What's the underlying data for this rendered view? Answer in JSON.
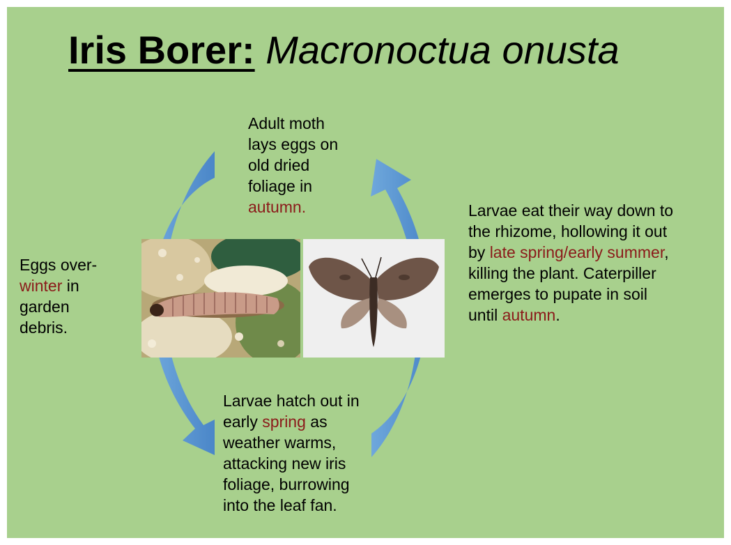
{
  "title": {
    "main": "Iris Borer:",
    "scientific": "Macronoctua onusta"
  },
  "stages": {
    "adult": {
      "l1": "Adult moth",
      "l2": "lays eggs on",
      "l3": "old dried",
      "l4": "foliage in",
      "l5": "autumn."
    },
    "eggs": {
      "l1": "Eggs over-",
      "l2_hl": "winter",
      "l2_rest": " in",
      "l3": "garden",
      "l4": "debris."
    },
    "hatch": {
      "l1": "Larvae hatch out in",
      "l2_pre": "early ",
      "l2_hl": "spring",
      "l2_post": " as",
      "l3": "weather warms,",
      "l4": "attacking new iris",
      "l5": "foliage, burrowing",
      "l6": "into the leaf fan."
    },
    "larvae": {
      "l1": "Larvae eat their way down to",
      "l2": "the rhizome, hollowing it out",
      "l3_pre": "by ",
      "l3_hl": "late spring/early summer",
      "l3_post": ",",
      "l4": "killing the plant.  Caterpiller",
      "l5": "emerges to pupate in soil",
      "l6_pre": "until ",
      "l6_hl": "autumn",
      "l6_post": "."
    }
  },
  "colors": {
    "background": "#a8d08d",
    "arrow": "#5b9bd5",
    "highlight": "#8b1a1a"
  },
  "icons": {
    "left_photo": "larva-photo",
    "right_photo": "moth-photo"
  }
}
